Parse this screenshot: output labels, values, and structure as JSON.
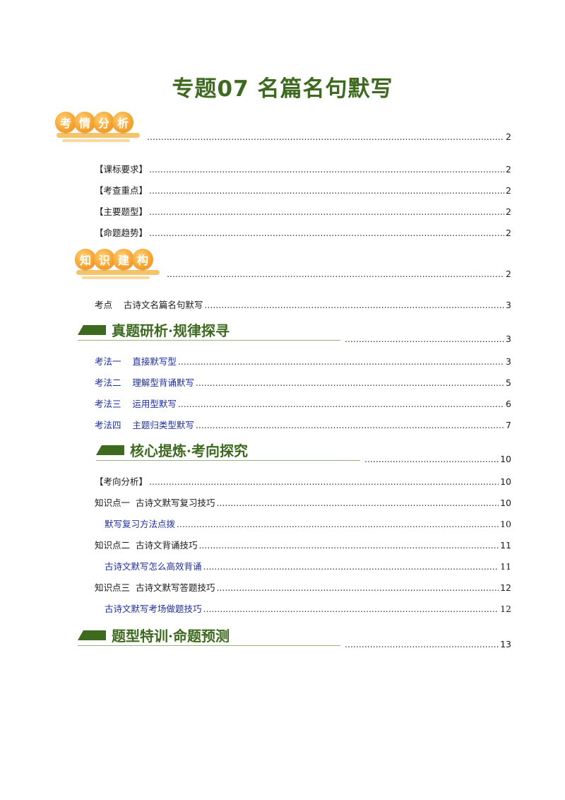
{
  "title": "专题07  名篇名句默写",
  "sections": {
    "kaoqing": {
      "chars": [
        "考",
        "情",
        "分",
        "析"
      ],
      "page": "2"
    },
    "zhishi": {
      "chars": [
        "知",
        "识",
        "建",
        "构"
      ],
      "page": "2"
    },
    "zhenti": {
      "text": "真题研析·规律探寻",
      "page": "3"
    },
    "hexin": {
      "text": "核心提炼·考向探究",
      "page": "10"
    },
    "tixing": {
      "text": "题型特训·命题预测",
      "page": "13"
    }
  },
  "toc": {
    "kebiao": {
      "label": "【课标要求】",
      "page": "2"
    },
    "kaocha": {
      "label": "【考查重点】",
      "page": "2"
    },
    "zhuyao": {
      "label": "【主要题型】",
      "page": "2"
    },
    "mingti": {
      "label": "【命题趋势】",
      "page": "2"
    },
    "kaodian": {
      "label": "考点    古诗文名篇名句默写",
      "page": "3"
    },
    "kaofa1": {
      "label": "考法一    直接默写型",
      "page": "3"
    },
    "kaofa2": {
      "label": "考法二    理解型背诵默写",
      "page": "5"
    },
    "kaofa3": {
      "label": "考法三    运用型默写",
      "page": "6"
    },
    "kaofa4": {
      "label": "考法四    主题归类型默写",
      "page": "7"
    },
    "kaoxiang": {
      "label": "【考向分析】",
      "page": "10"
    },
    "zsd1": {
      "label": "知识点一  古诗文默写复习技巧",
      "page": "10"
    },
    "zsd1_sub": {
      "label": "默写复习方法点拨",
      "page": "10"
    },
    "zsd2": {
      "label": "知识点二  古诗文背诵技巧",
      "page": "11"
    },
    "zsd2_sub": {
      "label": "古诗文默写怎么高效背诵",
      "page": "11"
    },
    "zsd3": {
      "label": "知识点三  古诗文默写答题技巧",
      "page": "12"
    },
    "zsd3_sub": {
      "label": "古诗文默写考场做题技巧",
      "page": "12"
    }
  },
  "colors": {
    "green": "#3d6a1f",
    "orange": "#f7a531",
    "blue": "#1f2f9e"
  }
}
